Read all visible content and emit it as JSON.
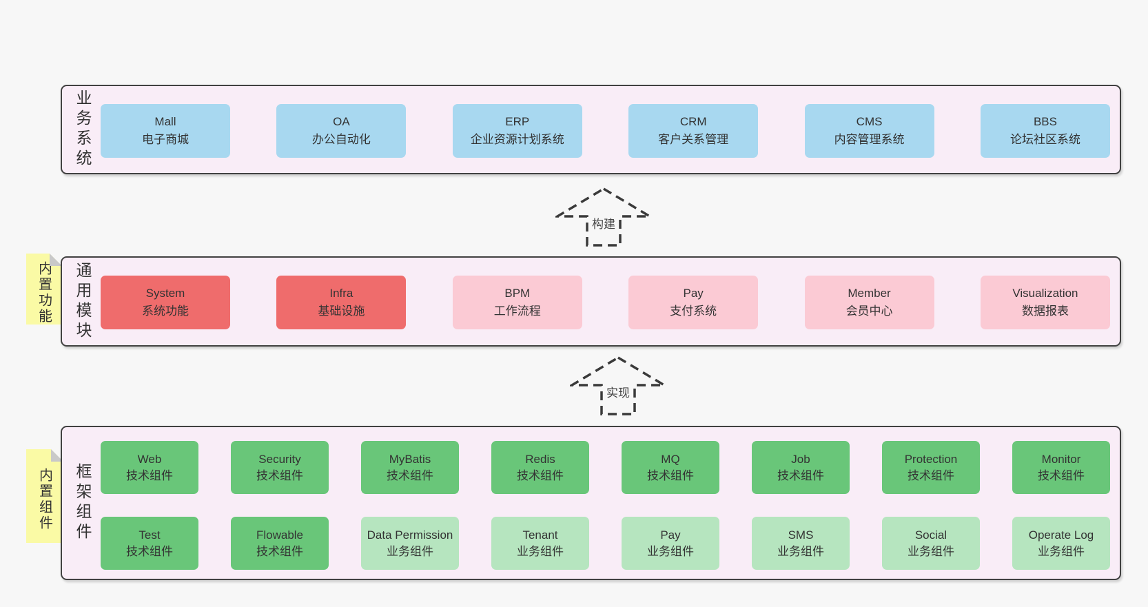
{
  "palette": {
    "page_bg": "#f7f7f7",
    "band_bg": "#f9edf7",
    "band_border": "#414141",
    "blue_box": "#a8d8f0",
    "red_box": "#ef6c6c",
    "pink_box": "#fbcad4",
    "green_box": "#69c679",
    "light_green_box": "#b6e5bf",
    "note_yellow": "#fafaa5",
    "note_fold_gray": "#c9c9c9",
    "text": "#333333",
    "arrow_dash": "#3a3a3a"
  },
  "arrows": [
    {
      "label": "构建"
    },
    {
      "label": "实现"
    }
  ],
  "bands": [
    {
      "label": "业务系统",
      "boxes": [
        {
          "title": "Mall",
          "subtitle": "电子商城"
        },
        {
          "title": "OA",
          "subtitle": "办公自动化"
        },
        {
          "title": "ERP",
          "subtitle": "企业资源计划系统"
        },
        {
          "title": "CRM",
          "subtitle": "客户关系管理"
        },
        {
          "title": "CMS",
          "subtitle": "内容管理系统"
        },
        {
          "title": "BBS",
          "subtitle": "论坛社区系统"
        }
      ]
    },
    {
      "label": "通用模块",
      "note": "内置功能",
      "boxes": [
        {
          "title": "System",
          "subtitle": "系统功能"
        },
        {
          "title": "Infra",
          "subtitle": "基础设施"
        },
        {
          "title": "BPM",
          "subtitle": "工作流程"
        },
        {
          "title": "Pay",
          "subtitle": "支付系统"
        },
        {
          "title": "Member",
          "subtitle": "会员中心"
        },
        {
          "title": "Visualization",
          "subtitle": "数据报表"
        }
      ]
    },
    {
      "label": "框架组件",
      "note": "内置组件",
      "rows": [
        [
          {
            "title": "Web",
            "subtitle": "技术组件"
          },
          {
            "title": "Security",
            "subtitle": "技术组件"
          },
          {
            "title": "MyBatis",
            "subtitle": "技术组件"
          },
          {
            "title": "Redis",
            "subtitle": "技术组件"
          },
          {
            "title": "MQ",
            "subtitle": "技术组件"
          },
          {
            "title": "Job",
            "subtitle": "技术组件"
          },
          {
            "title": "Protection",
            "subtitle": "技术组件"
          },
          {
            "title": "Monitor",
            "subtitle": "技术组件"
          }
        ],
        [
          {
            "title": "Test",
            "subtitle": "技术组件"
          },
          {
            "title": "Flowable",
            "subtitle": "技术组件"
          },
          {
            "title": "Data Permission",
            "subtitle": "业务组件"
          },
          {
            "title": "Tenant",
            "subtitle": "业务组件"
          },
          {
            "title": "Pay",
            "subtitle": "业务组件"
          },
          {
            "title": "SMS",
            "subtitle": "业务组件"
          },
          {
            "title": "Social",
            "subtitle": "业务组件"
          },
          {
            "title": "Operate Log",
            "subtitle": "业务组件"
          }
        ]
      ]
    }
  ]
}
